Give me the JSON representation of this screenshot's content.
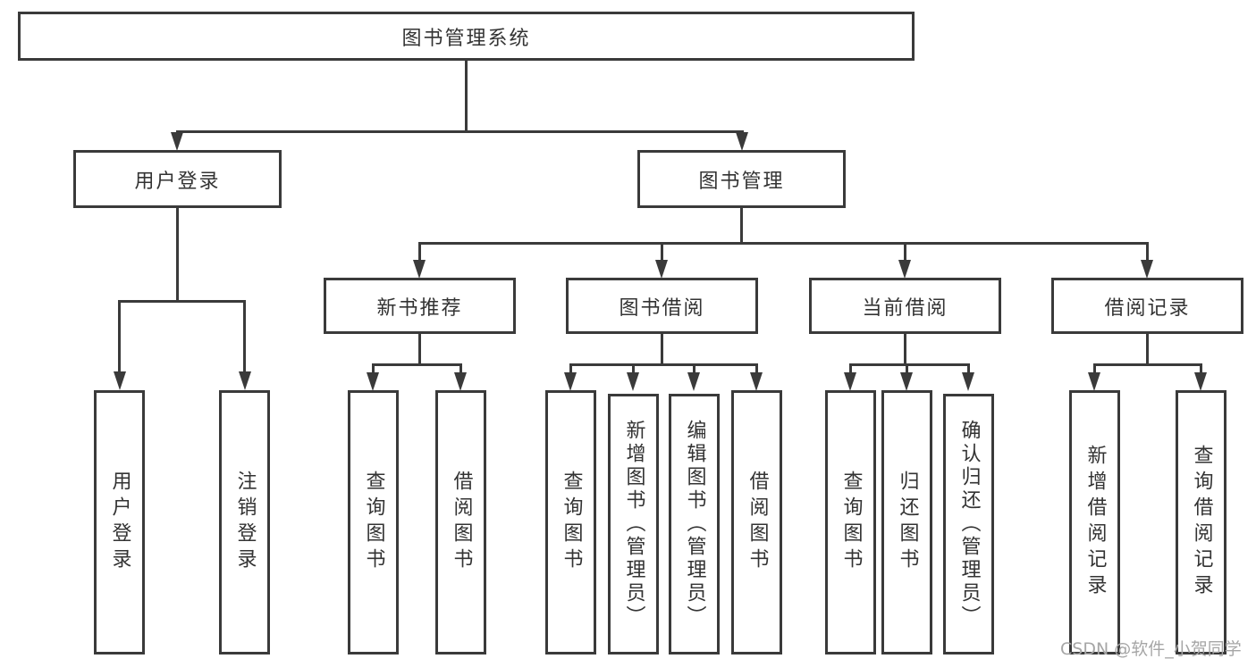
{
  "colors": {
    "line": "#3a3a3a",
    "text": "#333333",
    "background": "#ffffff",
    "watermark": "#a6a6a6"
  },
  "watermark": {
    "text": "CSDN @软件_小贺同学"
  },
  "nodes": {
    "root": "图书管理系统",
    "level1": {
      "user_login": {
        "label": "用户登录",
        "children": [
          "用户登录",
          "注销登录"
        ]
      },
      "book_mgmt": {
        "label": "图书管理",
        "children": {
          "new_book_rec": {
            "label": "新书推荐",
            "children": [
              "查询图书",
              "借阅图书"
            ]
          },
          "book_borrow": {
            "label": "图书借阅",
            "children": [
              "查询图书",
              "新增图书（管理员）",
              "编辑图书（管理员）",
              "借阅图书"
            ]
          },
          "current_borrow": {
            "label": "当前借阅",
            "children": [
              "查询图书",
              "归还图书",
              "确认归还（管理员）"
            ]
          },
          "borrow_records": {
            "label": "借阅记录",
            "children": [
              "新增借阅记录",
              "查询借阅记录"
            ]
          }
        }
      }
    }
  }
}
